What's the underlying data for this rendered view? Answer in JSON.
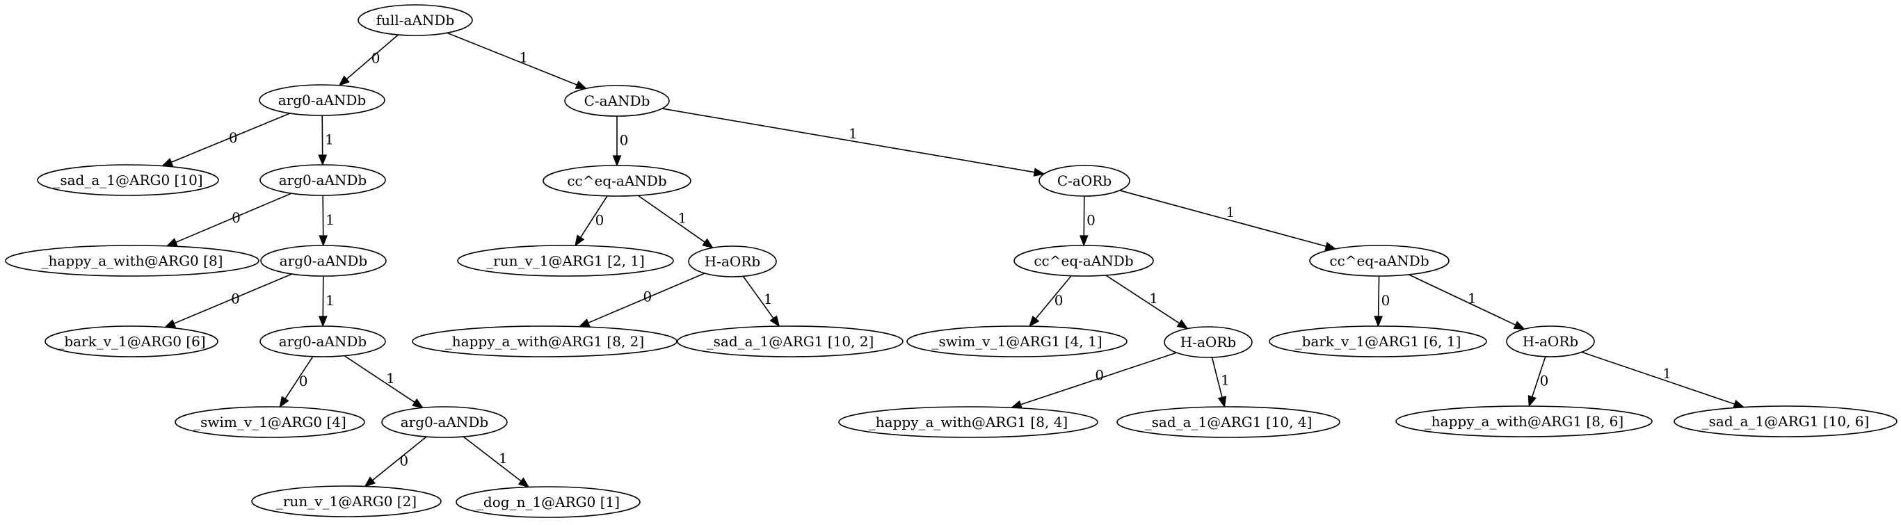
{
  "diagram": {
    "nodes": [
      {
        "id": "n1",
        "label": "full-aANDb"
      },
      {
        "id": "n2",
        "label": "arg0-aANDb"
      },
      {
        "id": "n3",
        "label": "C-aANDb"
      },
      {
        "id": "n4",
        "label": "_sad_a_1@ARG0 [10]"
      },
      {
        "id": "n5",
        "label": "arg0-aANDb"
      },
      {
        "id": "n6",
        "label": "_happy_a_with@ARG0 [8]"
      },
      {
        "id": "n7",
        "label": "arg0-aANDb"
      },
      {
        "id": "n8",
        "label": "_bark_v_1@ARG0 [6]"
      },
      {
        "id": "n9",
        "label": "arg0-aANDb"
      },
      {
        "id": "n10",
        "label": "_swim_v_1@ARG0 [4]"
      },
      {
        "id": "n11",
        "label": "arg0-aANDb"
      },
      {
        "id": "n12",
        "label": "_run_v_1@ARG0 [2]"
      },
      {
        "id": "n13",
        "label": "_dog_n_1@ARG0 [1]"
      },
      {
        "id": "n14",
        "label": "cc^eq-aANDb"
      },
      {
        "id": "n15",
        "label": "C-aORb"
      },
      {
        "id": "n16",
        "label": "_run_v_1@ARG1 [2, 1]"
      },
      {
        "id": "n17",
        "label": "H-aORb"
      },
      {
        "id": "n18",
        "label": "_happy_a_with@ARG1 [8, 2]"
      },
      {
        "id": "n19",
        "label": "_sad_a_1@ARG1 [10, 2]"
      },
      {
        "id": "n20",
        "label": "cc^eq-aANDb"
      },
      {
        "id": "n21",
        "label": "cc^eq-aANDb"
      },
      {
        "id": "n22",
        "label": "_swim_v_1@ARG1 [4, 1]"
      },
      {
        "id": "n23",
        "label": "H-aORb"
      },
      {
        "id": "n24",
        "label": "_happy_a_with@ARG1 [8, 4]"
      },
      {
        "id": "n25",
        "label": "_sad_a_1@ARG1 [10, 4]"
      },
      {
        "id": "n26",
        "label": "_bark_v_1@ARG1 [6, 1]"
      },
      {
        "id": "n27",
        "label": "H-aORb"
      },
      {
        "id": "n28",
        "label": "_happy_a_with@ARG1 [8, 6]"
      },
      {
        "id": "n29",
        "label": "_sad_a_1@ARG1 [10, 6]"
      }
    ],
    "edges": [
      {
        "from": "n1",
        "to": "n2",
        "label": "0"
      },
      {
        "from": "n1",
        "to": "n3",
        "label": "1"
      },
      {
        "from": "n2",
        "to": "n4",
        "label": "0"
      },
      {
        "from": "n2",
        "to": "n5",
        "label": "1"
      },
      {
        "from": "n5",
        "to": "n6",
        "label": "0"
      },
      {
        "from": "n5",
        "to": "n7",
        "label": "1"
      },
      {
        "from": "n7",
        "to": "n8",
        "label": "0"
      },
      {
        "from": "n7",
        "to": "n9",
        "label": "1"
      },
      {
        "from": "n9",
        "to": "n10",
        "label": "0"
      },
      {
        "from": "n9",
        "to": "n11",
        "label": "1"
      },
      {
        "from": "n11",
        "to": "n12",
        "label": "0"
      },
      {
        "from": "n11",
        "to": "n13",
        "label": "1"
      },
      {
        "from": "n3",
        "to": "n14",
        "label": "0"
      },
      {
        "from": "n3",
        "to": "n15",
        "label": "1"
      },
      {
        "from": "n14",
        "to": "n16",
        "label": "0"
      },
      {
        "from": "n14",
        "to": "n17",
        "label": "1"
      },
      {
        "from": "n17",
        "to": "n18",
        "label": "0"
      },
      {
        "from": "n17",
        "to": "n19",
        "label": "1"
      },
      {
        "from": "n15",
        "to": "n20",
        "label": "0"
      },
      {
        "from": "n15",
        "to": "n21",
        "label": "1"
      },
      {
        "from": "n20",
        "to": "n22",
        "label": "0"
      },
      {
        "from": "n20",
        "to": "n23",
        "label": "1"
      },
      {
        "from": "n23",
        "to": "n24",
        "label": "0"
      },
      {
        "from": "n23",
        "to": "n25",
        "label": "1"
      },
      {
        "from": "n21",
        "to": "n26",
        "label": "0"
      },
      {
        "from": "n21",
        "to": "n27",
        "label": "1"
      },
      {
        "from": "n27",
        "to": "n28",
        "label": "0"
      },
      {
        "from": "n27",
        "to": "n29",
        "label": "1"
      }
    ]
  }
}
